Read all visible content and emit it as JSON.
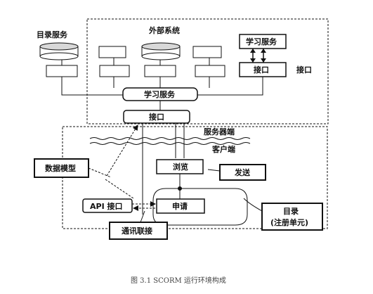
{
  "diagram": {
    "dir_service": "目录服务",
    "external_system": "外部系统",
    "learning_service_top": "学习服务",
    "interface_right_box": "接口",
    "interface_right_label": "接口",
    "learning_service_bus": "学习服务",
    "interface_mid": "接口",
    "server_side": "服务器端",
    "client_side": "客户端",
    "data_model": "数据模型",
    "browse": "浏览",
    "send": "发送",
    "api_interface": "API 接口",
    "request": "申请",
    "comm_link": "通讯联接",
    "directory": "目录",
    "registry_unit": "(注册单元)"
  },
  "caption": "图 3.1   SCORM 运行环境构成"
}
